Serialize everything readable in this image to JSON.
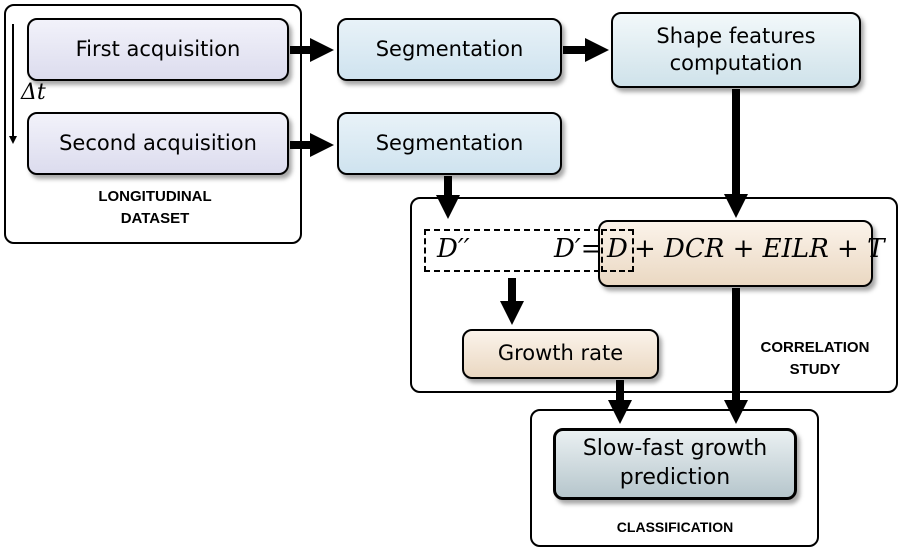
{
  "groups": {
    "longitudinal": "LONGITUDINAL\nDATASET",
    "correlation": "CORRELATION\nSTUDY",
    "classification": "CLASSIFICATION"
  },
  "nodes": {
    "first_acquisition": "First acquisition",
    "second_acquisition": "Second acquisition",
    "segmentation_1": "Segmentation",
    "segmentation_2": "Segmentation",
    "shape_features": "Shape features\ncomputation",
    "growth_rate": "Growth rate",
    "prediction": "Slow-fast growth\nprediction"
  },
  "time_label": "Δt",
  "formula": {
    "d_double_prime": "D′′",
    "d_prime_eq": "D′=",
    "d": "D",
    "rest": "+ DCR + EILR + T"
  }
}
